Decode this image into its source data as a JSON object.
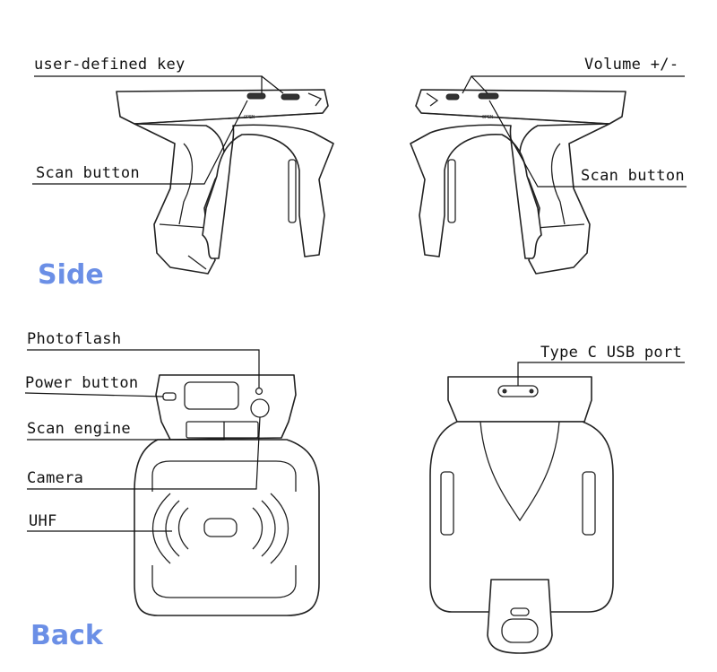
{
  "colors": {
    "section_heading": "#6b8fe6",
    "line_art": "#222222"
  },
  "sections": {
    "side": "Side",
    "back": "Back"
  },
  "labels": {
    "user_defined_key": "user-defined key",
    "volume": "Volume +/-",
    "scan_button_left": "Scan button",
    "scan_button_right": "Scan button",
    "photoflash": "Photoflash",
    "power_button": "Power button",
    "scan_engine": "Scan engine",
    "camera": "Camera",
    "uhf": "UHF",
    "usb_port": "Type C USB port"
  },
  "device_markings": {
    "open_left": "OPEN",
    "open_right": "OPEN"
  }
}
